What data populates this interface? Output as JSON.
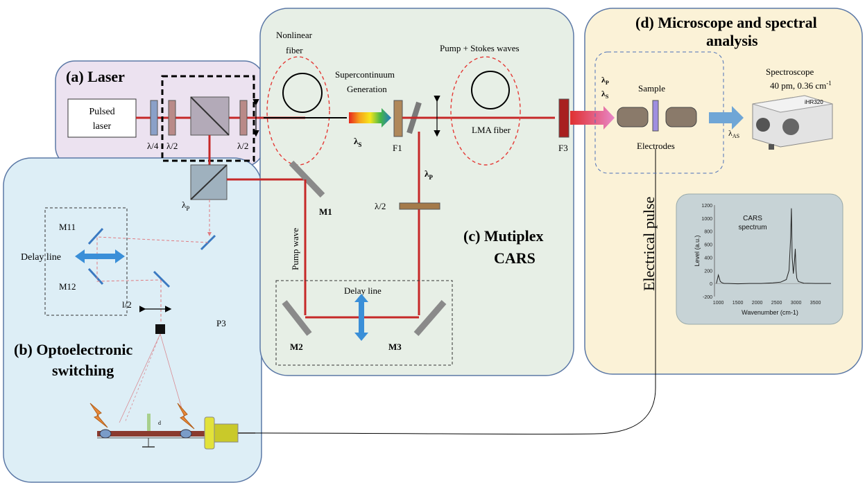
{
  "sections": {
    "laser": "(a) Laser",
    "optoelectronic_1": "(b) Optoelectronic",
    "optoelectronic_2": "switching",
    "cars_1": "(c) Mutiplex",
    "cars_2": "CARS",
    "microscope_1": "(d) Microscope and spectral",
    "microscope_2": "analysis"
  },
  "laser": {
    "pulsed_1": "Pulsed",
    "pulsed_2": "laser",
    "quarter_wave": "λ/4",
    "half_wave_1": "λ/2",
    "half_wave_2": "λ/2"
  },
  "cars": {
    "nonlinear_1": "Nonlinear",
    "nonlinear_2": "fiber",
    "supercontinuum_1": "Supercontinuum",
    "supercontinuum_2": "Generation",
    "pump_stokes": "Pump + Stokes waves",
    "lma_fiber": "LMA fiber",
    "f1": "F1",
    "f3": "F3",
    "lambda_s": "λ",
    "lambda_s_sub": "S",
    "lambda_p": "λ",
    "lambda_p_sub": "P",
    "half_wave": "λ/2",
    "m1": "M1",
    "m2": "M2",
    "m3": "M3",
    "pump_wave": "Pump wave",
    "delay_line": "Delay line"
  },
  "opto": {
    "lambda_p": "λ",
    "lambda_p_sub": "P",
    "m11": "M11",
    "m12": "M12",
    "delay_line": "Delay line",
    "half_wave": "l/2",
    "p3": "P3",
    "d": "d"
  },
  "microscope": {
    "lp": "λ",
    "lp_sub": "P",
    "ls": "λ",
    "ls_sub": "S",
    "sample": "Sample",
    "electrodes": "Electrodes",
    "spectroscope": "Spectroscope",
    "spec_res": "40 pm, 0.36 cm",
    "spec_res_sup": "-1",
    "las": "λ",
    "las_sub": "AS",
    "electrical_pulse": "Electrical pulse",
    "device_brand": "iHR320"
  },
  "chart_data": {
    "type": "line",
    "title": "CARS spectrum",
    "xlabel": "Wavenumber (cm-1)",
    "ylabel": "Level (a.u.)",
    "xlim": [
      900,
      3900
    ],
    "ylim": [
      -200,
      1200
    ],
    "xticks": [
      "1000",
      "1500",
      "2000",
      "2500",
      "3000",
      "3500"
    ],
    "yticks": [
      "1200",
      "1000",
      "800",
      "600",
      "400",
      "200",
      "0",
      "-200"
    ],
    "series": [
      {
        "x": [
          950,
          1000,
          1050,
          1100,
          1150,
          1250,
          1500,
          1800,
          2100,
          2400,
          2600,
          2750,
          2820,
          2860,
          2880,
          2900,
          2930,
          2960,
          2980,
          3000,
          3020,
          3060,
          3200,
          3500,
          3900
        ],
        "values": [
          0,
          130,
          30,
          10,
          0,
          0,
          -5,
          0,
          0,
          10,
          20,
          60,
          200,
          700,
          1150,
          400,
          150,
          350,
          530,
          200,
          80,
          30,
          5,
          0,
          0
        ]
      }
    ]
  }
}
